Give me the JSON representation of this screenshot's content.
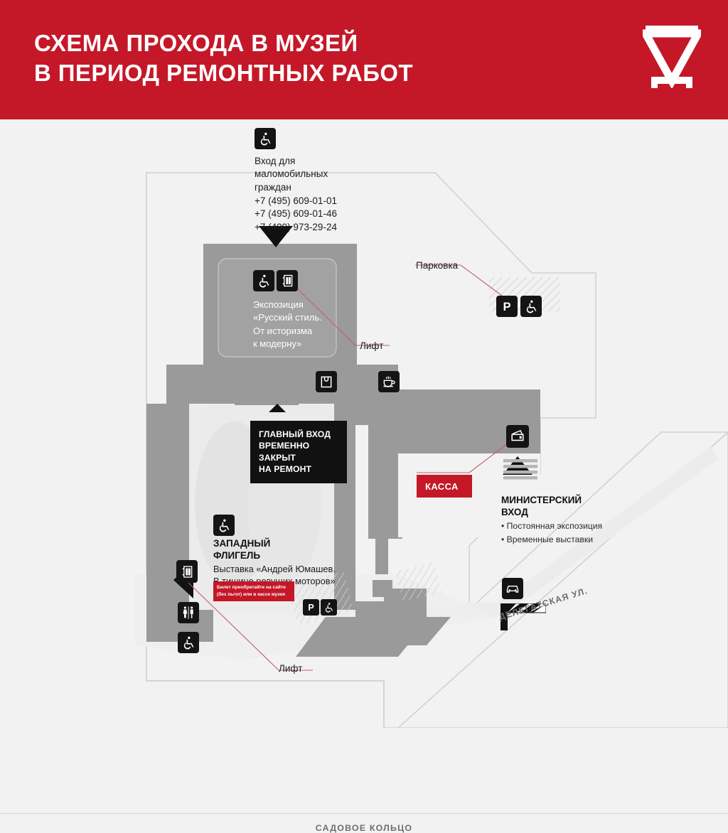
{
  "header": {
    "title": "СХЕМА ПРОХОДА В МУЗЕЙ\nВ ПЕРИОД РЕМОНТНЫХ РАБОТ",
    "logo_name": "museum-logo",
    "brand_red": "#c41828"
  },
  "map": {
    "accessible_entrance": {
      "caption": "Вход для\nмаломобильных\nграждан",
      "phones": "+7 (495) 609-01-01\n+7 (495) 609-01-46\n+7 (499) 973-29-24"
    },
    "exposition": {
      "text": "Экспозиция\n«Русский стиль.\nОт историзма\nк модерну»"
    },
    "parking_label": "Парковка",
    "lift_label_top": "Лифт",
    "lift_label_bottom": "Лифт",
    "closed_banner": "ГЛАВНЫЙ ВХОД\nВРЕМЕННО ЗАКРЫТ\nНА РЕМОНТ",
    "kassa_badge": "КАССА",
    "ministerial_entrance": {
      "title": "МИНИСТЕРСКИЙ\nВХОД",
      "items": [
        "• Постоянная экспозиция",
        "• Временные выставки"
      ]
    },
    "west_wing": {
      "title": "ЗАПАДНЫЙ\nФЛИГЕЛЬ",
      "subtitle": "Выставка «Андрей Юмашев.\nВ тишине ревущих моторов»",
      "ticket_note": "Билет приобретайте на сайте\n(без льгот) или в кассе музея"
    },
    "streets": {
      "delegatskaya": "ДЕЛЕГАТСКАЯ УЛ.",
      "sadovoe": "САДОВОЕ КОЛЬЦО"
    },
    "colors": {
      "building_dark": "#9a9a9a",
      "building_light": "#e9e9e9",
      "background": "#f2f2f2",
      "pointer_red": "#c0606b"
    }
  }
}
